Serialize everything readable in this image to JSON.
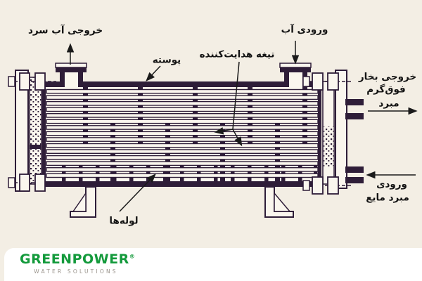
{
  "colors": {
    "background": "#f3eee4",
    "ink": "#2e1d38",
    "paper_fill": "#faf6ee",
    "label_text": "#141414",
    "logo_green": "#149a3c",
    "logo_gray": "#98928a",
    "logo_band": "#ffffff"
  },
  "diagram": {
    "labels": {
      "cold_water_outlet": "خروجی آب سرد",
      "water_inlet": "ورودی آب",
      "shell": "پوسته",
      "guide_baffle": "تیغه هدایت‌کننده",
      "tubes": "لوله‌ها",
      "vapor_outlet_line1": "خروجی بخار",
      "vapor_outlet_line2": "فوق‌گرم",
      "vapor_outlet_line3": "مبرد",
      "liquid_inlet_line1": "ورودی",
      "liquid_inlet_line2": "مبرد مایع"
    }
  },
  "logo": {
    "name": "GREENPOWER",
    "registered": "®",
    "tagline": "WATER SOLUTIONS"
  }
}
